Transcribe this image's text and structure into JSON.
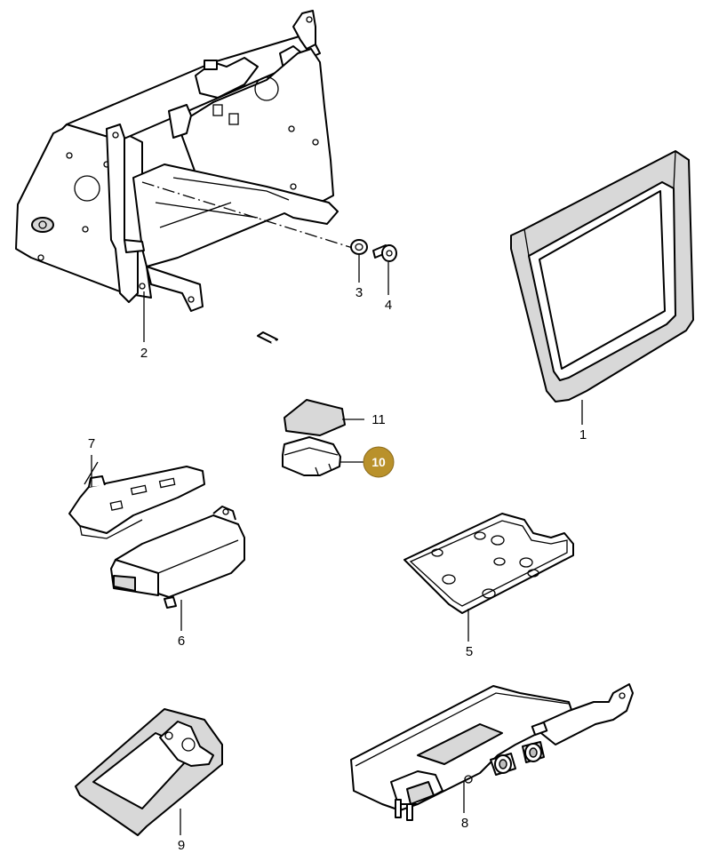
{
  "callouts": [
    {
      "number": "1"
    },
    {
      "number": "2"
    },
    {
      "number": "3"
    },
    {
      "number": "4"
    },
    {
      "number": "5"
    },
    {
      "number": "6"
    },
    {
      "number": "7"
    },
    {
      "number": "8"
    },
    {
      "number": "9"
    },
    {
      "number": "10",
      "highlighted": true
    },
    {
      "number": "11"
    }
  ],
  "colors": {
    "highlight": "#b9912b",
    "line": "#000000",
    "part_fill": "#ffffff",
    "shade": "#d8d8d8"
  }
}
